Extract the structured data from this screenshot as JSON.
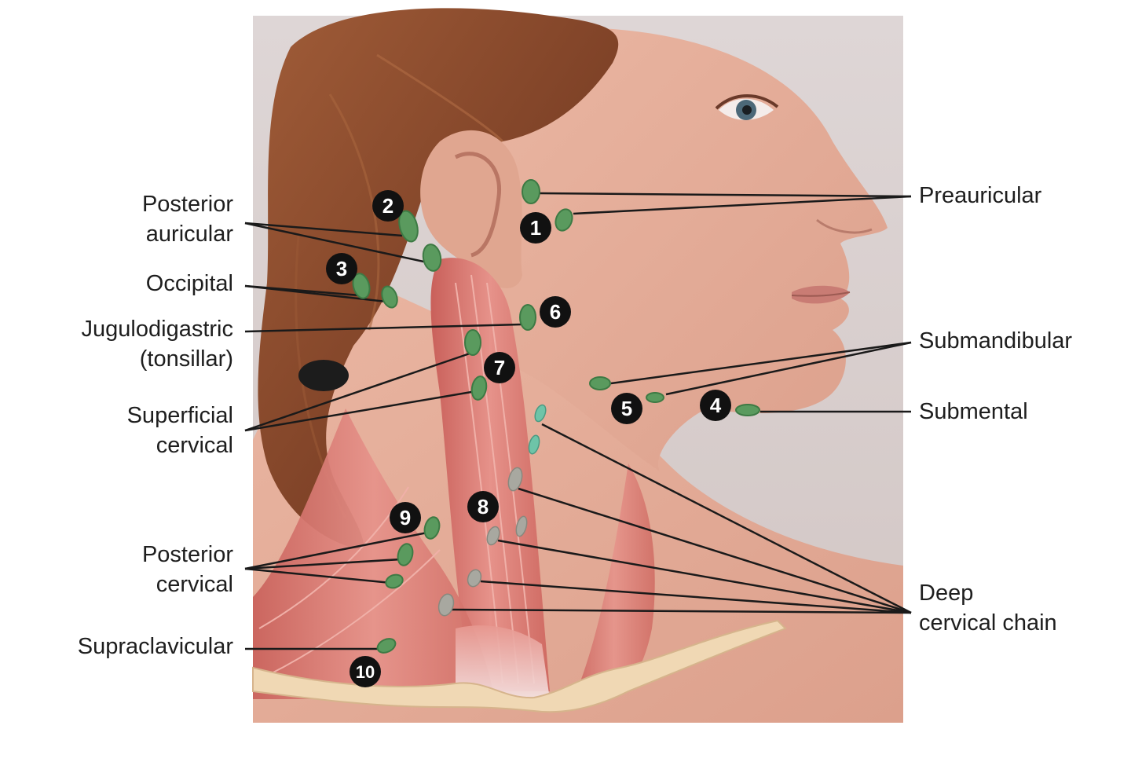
{
  "labels": {
    "posterior_auricular": [
      "Posterior",
      "auricular"
    ],
    "occipital": [
      "Occipital"
    ],
    "jugulodigastric": [
      "Jugulodigastric",
      "(tonsillar)"
    ],
    "superficial_cervical": [
      "Superficial",
      "cervical"
    ],
    "posterior_cervical": [
      "Posterior",
      "cervical"
    ],
    "supraclavicular": [
      "Supraclavicular"
    ],
    "preauricular": [
      "Preauricular"
    ],
    "submandibular": [
      "Submandibular"
    ],
    "submental": [
      "Submental"
    ],
    "deep_cervical_chain": [
      "Deep",
      "cervical chain"
    ]
  },
  "badges": [
    "1",
    "2",
    "3",
    "4",
    "5",
    "6",
    "7",
    "8",
    "9",
    "10"
  ],
  "colors": {
    "background": "#ffffff",
    "photo_background": "#dcd2d2",
    "skin": "#e4ac98",
    "hair": "#8a4a2c",
    "muscle": "#d9786e",
    "node_green": "#5a9a5e",
    "node_teal": "#6ec4a8",
    "node_gray": "#a8a8a0",
    "bone": "#efd6b0",
    "badge": "#111111",
    "leader_line": "#1a1a1a"
  }
}
